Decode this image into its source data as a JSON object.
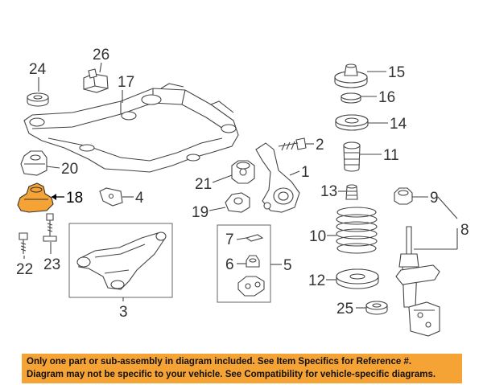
{
  "callouts": {
    "c1": "1",
    "c2": "2",
    "c3": "3",
    "c4": "4",
    "c5": "5",
    "c6": "6",
    "c7": "7",
    "c8": "8",
    "c9": "9",
    "c10": "10",
    "c11": "11",
    "c12": "12",
    "c13": "13",
    "c14": "14",
    "c15": "15",
    "c16": "16",
    "c17": "17",
    "c18": "18",
    "c19": "19",
    "c20": "20",
    "c21": "21",
    "c22": "22",
    "c23": "23",
    "c24": "24",
    "c25": "25",
    "c26": "26"
  },
  "highlight": {
    "part": "18",
    "color": "#f5a335"
  },
  "banner": {
    "line1": "Only one part or sub-assembly in diagram included. See Item Specifics for Reference #.",
    "line2": "Diagram may not be specific to your vehicle. See Compatibility for vehicle-specific diagrams.",
    "color": "#f5a335"
  }
}
